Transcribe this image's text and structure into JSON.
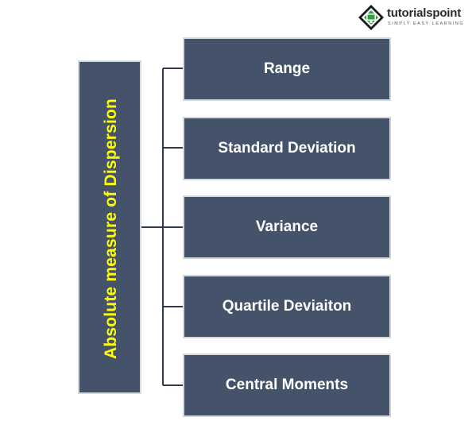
{
  "logo": {
    "name_part1": "tutorials",
    "name_part2": "point",
    "tagline": "SIMPLY EASY LEARNING"
  },
  "diagram": {
    "root": "Absolute measure of Dispersion",
    "children": [
      "Range",
      "Standard Deviation",
      "Variance",
      "Quartile Deviaiton",
      "Central Moments"
    ]
  },
  "colors": {
    "box_fill": "#44536a",
    "box_border": "#d3d8df",
    "root_text": "#ffff00",
    "child_text": "#ffffff",
    "connector": "#2e3a4a"
  }
}
